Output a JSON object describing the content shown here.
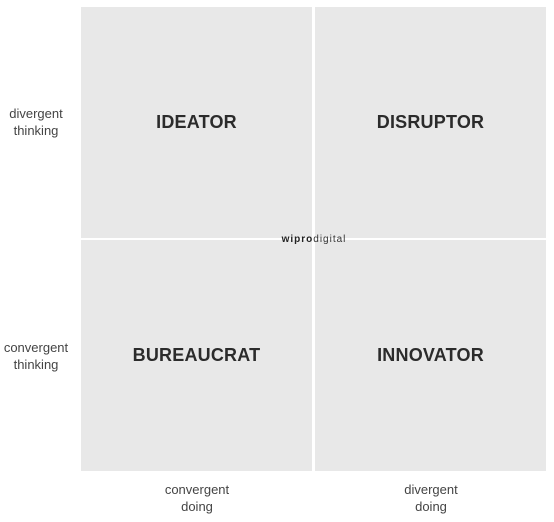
{
  "quadrants": {
    "top_left": "IDEATOR",
    "top_right": "DISRUPTOR",
    "bottom_left": "BUREAUCRAT",
    "bottom_right": "INNOVATOR"
  },
  "y_axis": {
    "top": {
      "line1": "divergent",
      "line2": "thinking"
    },
    "bottom": {
      "line1": "convergent",
      "line2": "thinking"
    }
  },
  "x_axis": {
    "left": {
      "line1": "convergent",
      "line2": "doing"
    },
    "right": {
      "line1": "divergent",
      "line2": "doing"
    }
  },
  "logo": {
    "strong": "wipro",
    "light": "digital"
  },
  "colors": {
    "quadrant_fill": "#e8e8e8",
    "background": "#ffffff",
    "label_text": "#2b2b2b",
    "axis_text": "#444444"
  }
}
